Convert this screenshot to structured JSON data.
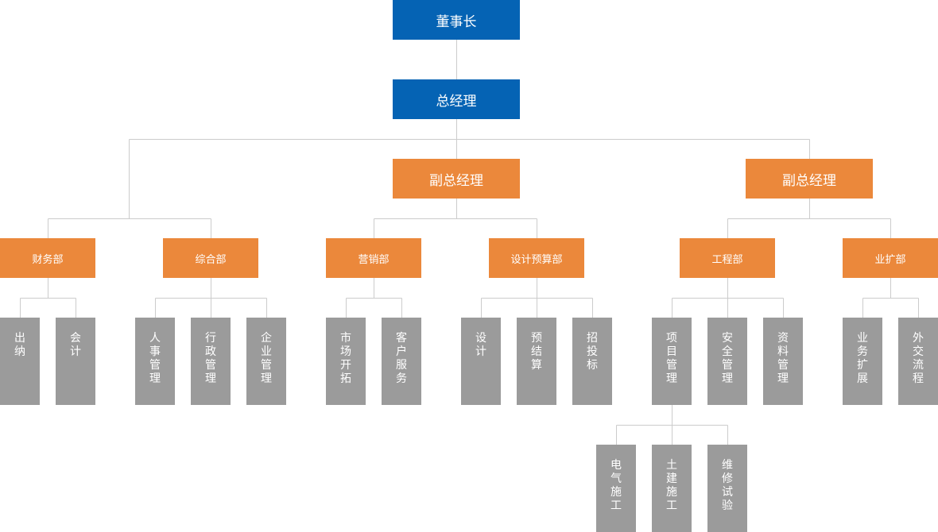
{
  "colors": {
    "top": "#0563b4",
    "middle": "#eb883b",
    "leaf": "#9b9b9b",
    "line": "#cccccc",
    "text": "#ffffff"
  },
  "chairman": "董事长",
  "general_manager": "总经理",
  "vice_gm_1": "副总经理",
  "vice_gm_2": "副总经理",
  "departments": {
    "finance": {
      "name": "财务部",
      "units": [
        "出纳",
        "会计"
      ]
    },
    "general": {
      "name": "综合部",
      "units": [
        "人事管理",
        "行政管理",
        "企业管理"
      ]
    },
    "marketing": {
      "name": "营销部",
      "units": [
        "市场开拓",
        "客户服务"
      ]
    },
    "design_budget": {
      "name": "设计预算部",
      "units": [
        "设计",
        "预结算",
        "招投标"
      ]
    },
    "engineering": {
      "name": "工程部",
      "units": [
        "项目管理",
        "安全管理",
        "资料管理"
      ]
    },
    "business_expansion": {
      "name": "业扩部",
      "units": [
        "业务扩展",
        "外交流程"
      ]
    }
  },
  "project_management_subunits": [
    "电气施工",
    "土建施工",
    "维修试验"
  ]
}
